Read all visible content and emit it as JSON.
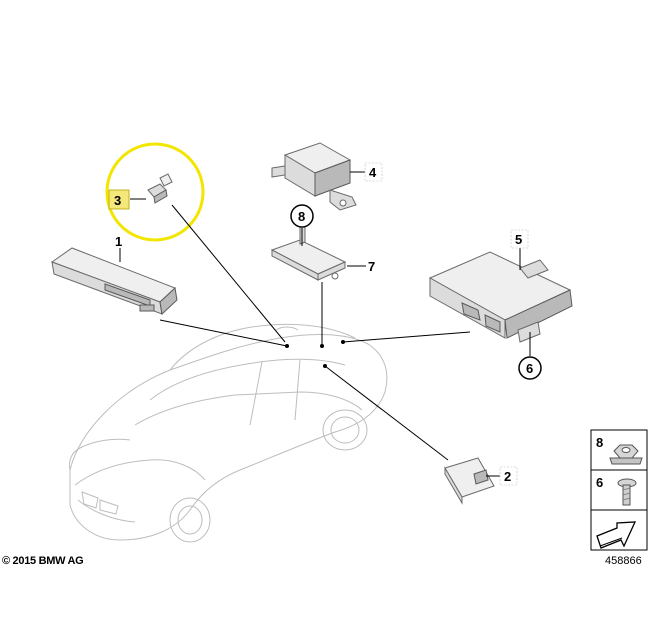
{
  "labels": {
    "part_1": "1",
    "part_2": "2",
    "part_3": "3",
    "part_4": "4",
    "part_5": "5",
    "part_6": "6",
    "part_7": "7",
    "part_8": "8"
  },
  "legend": {
    "item_8": "8",
    "item_6": "6"
  },
  "footer": {
    "copyright": "© 2015 BMW AG",
    "doc_number": "458866"
  },
  "colors": {
    "highlight_circle": "#f2e600",
    "highlight_box": "#f4e87a"
  }
}
